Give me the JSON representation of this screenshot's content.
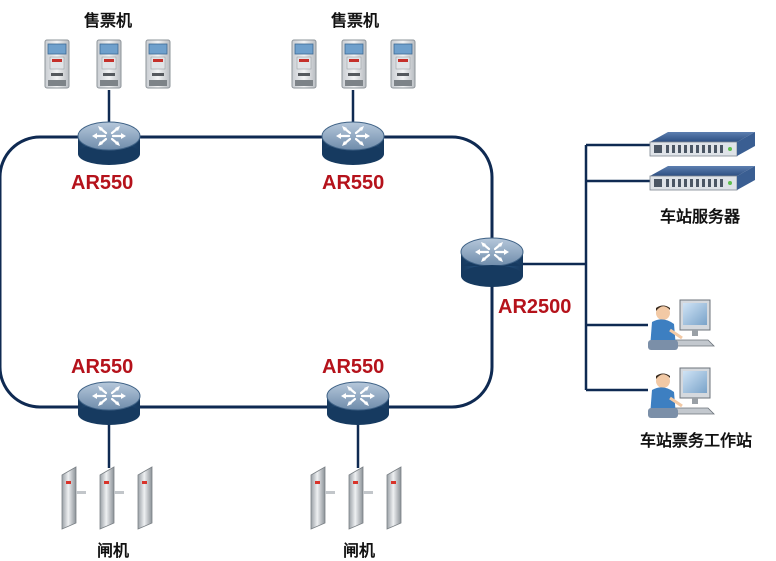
{
  "colors": {
    "link": "#0f2a52",
    "router_label": "#b5121b",
    "router_top": "#8fa8c3",
    "router_body": "#1d4a74"
  },
  "groups": {
    "ticket_machines": "售票机",
    "gates": "闸机",
    "server": "车站服务器",
    "workstation": "车站票务工作站"
  },
  "routers": {
    "access": "AR550",
    "core": "AR2500"
  },
  "icons": {
    "ticket_machine": "ticket-vending-machine-icon",
    "gate": "turnstile-gate-icon",
    "router": "router-icon",
    "server": "rack-server-icon",
    "workstation": "workstation-user-icon"
  }
}
